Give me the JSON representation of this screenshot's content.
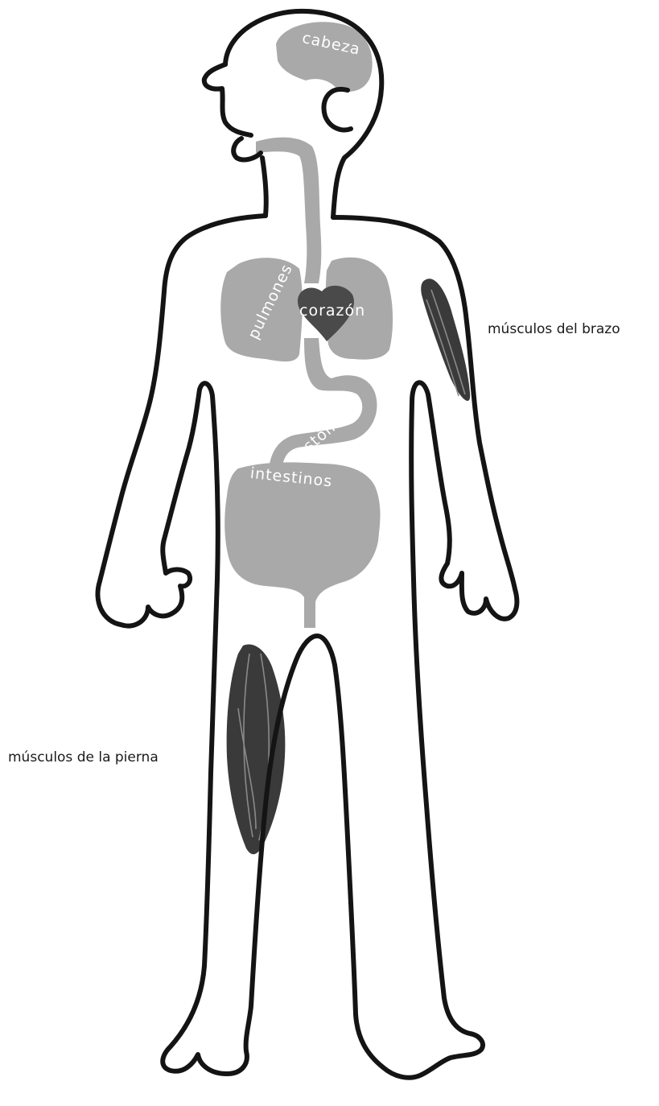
{
  "colors": {
    "outline": "#141414",
    "organ_gray": "#a9a9a9",
    "heart": "#4a4a4a",
    "muscle": "#3a3a3a",
    "background": "#ffffff",
    "organ_text": "#ffffff"
  },
  "organs": {
    "head": "cabeza",
    "lungs": "pulmones",
    "heart": "corazón",
    "stomach": "estómago",
    "intestines": "intestinos"
  },
  "labels": {
    "arm_muscles": "músculos del brazo",
    "leg_muscles": "músculos de la pierna"
  }
}
